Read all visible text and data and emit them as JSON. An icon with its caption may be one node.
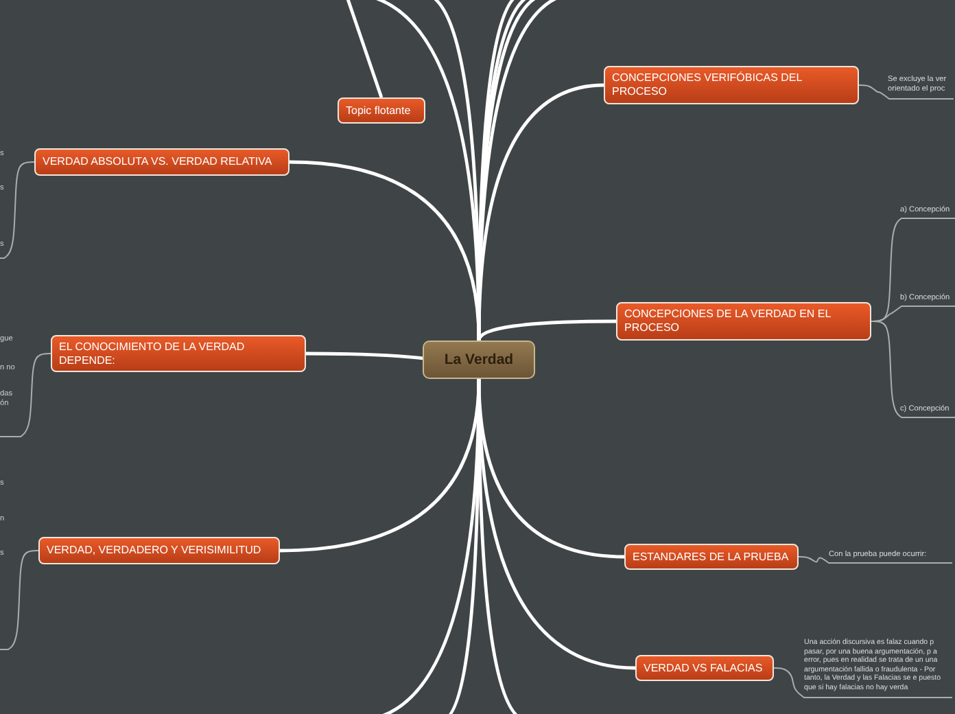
{
  "diagram": {
    "nodes": [
      {
        "text": [
          "La Verdad"
        ]
      },
      {
        "text": [
          "Topic flotante"
        ]
      },
      {
        "text": [
          "VERDAD ABSOLUTA VS. VERDAD RELATIVA"
        ]
      },
      {
        "text": [
          "EL CONOCIMIENTO DE LA VERDAD DEPENDE:"
        ]
      },
      {
        "text": [
          "VERDAD, VERDADERO Y VERISIMILITUD"
        ]
      },
      {
        "text": [
          "CONCEPCIONES VERIFÓBICAS DEL PROCESO"
        ]
      },
      {
        "text": [
          "CONCEPCIONES DE LA VERDAD EN EL PROCESO"
        ]
      },
      {
        "text": [
          "ESTANDARES DE LA PRUEBA"
        ]
      },
      {
        "text": [
          "VERDAD VS FALACIAS"
        ]
      },
      {
        "text": [
          "Se excluye la ver orientado el proc"
        ]
      },
      {
        "text": [
          "a) Concepción"
        ]
      },
      {
        "text": [
          "b) Concepción"
        ]
      },
      {
        "text": [
          "c) Concepción"
        ]
      },
      {
        "text": [
          "Con la prueba puede ocurrir:"
        ]
      },
      {
        "text": [
          "Una acción discursiva es falaz cuando p pasar, por una buena argumentación, p a error, pues en realidad se trata de un una argumentación fallida o fraudulenta - Por tanto, la Verdad y las Falacias se e puesto que si hay falacias no hay verda"
        ]
      }
    ],
    "edges": [
      {
        "from": 0,
        "to": 2,
        "arrow": "none"
      },
      {
        "from": 0,
        "to": 3,
        "arrow": "none"
      },
      {
        "from": 0,
        "to": 4,
        "arrow": "none"
      },
      {
        "from": 0,
        "to": 5,
        "arrow": "none"
      },
      {
        "from": 0,
        "to": 6,
        "arrow": "none"
      },
      {
        "from": 0,
        "to": 7,
        "arrow": "none"
      },
      {
        "from": 0,
        "to": 8,
        "arrow": "none"
      },
      {
        "from": 0,
        "to": null,
        "arrow": "none"
      },
      {
        "from": 0,
        "to": null,
        "arrow": "none"
      },
      {
        "from": 0,
        "to": null,
        "arrow": "none"
      },
      {
        "from": 0,
        "to": null,
        "arrow": "none"
      },
      {
        "from": 0,
        "to": null,
        "arrow": "none"
      },
      {
        "from": 0,
        "to": null,
        "arrow": "none"
      },
      {
        "from": 0,
        "to": null,
        "arrow": "none"
      },
      {
        "from": 0,
        "to": null,
        "arrow": "none"
      },
      {
        "from": 0,
        "to": null,
        "arrow": "none"
      },
      {
        "from": 1,
        "to": null,
        "arrow": "none"
      },
      {
        "from": 5,
        "to": 9,
        "arrow": "none"
      },
      {
        "from": 6,
        "to": 10,
        "arrow": "none"
      },
      {
        "from": 6,
        "to": 11,
        "arrow": "none"
      },
      {
        "from": 6,
        "to": 12,
        "arrow": "none"
      },
      {
        "from": 7,
        "to": 13,
        "arrow": "none"
      },
      {
        "from": 8,
        "to": 14,
        "arrow": "none"
      },
      {
        "from": 2,
        "to": null,
        "arrow": "none"
      },
      {
        "from": 3,
        "to": null,
        "arrow": "none"
      },
      {
        "from": 4,
        "to": null,
        "arrow": "none"
      }
    ],
    "labels": [
      "s",
      "s",
      "s",
      "gue",
      "n no",
      "das",
      "ón",
      "s",
      "n",
      "s"
    ]
  }
}
